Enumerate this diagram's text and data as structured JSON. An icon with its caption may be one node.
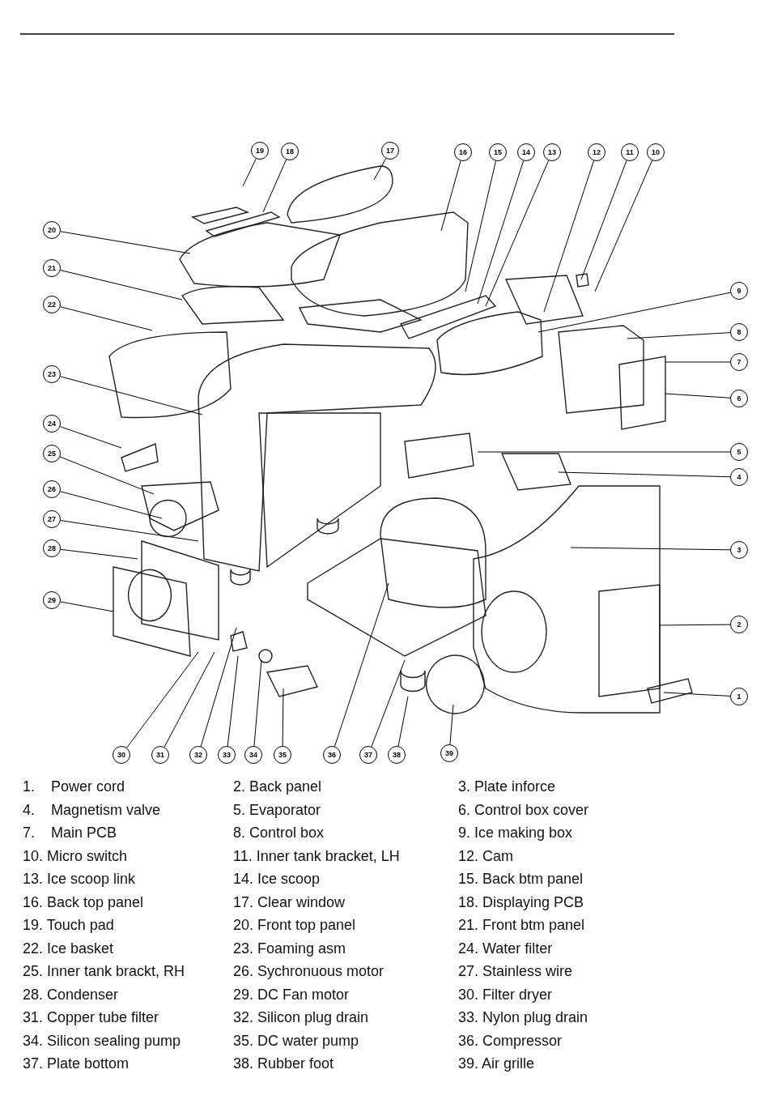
{
  "diagram": {
    "nodes": [
      {
        "text": [
          "1"
        ]
      },
      {
        "text": [
          "2"
        ]
      },
      {
        "text": [
          "3"
        ]
      },
      {
        "text": [
          "4"
        ]
      },
      {
        "text": [
          "5"
        ]
      },
      {
        "text": [
          "6"
        ]
      },
      {
        "text": [
          "7"
        ]
      },
      {
        "text": [
          "8"
        ]
      },
      {
        "text": [
          "9"
        ]
      },
      {
        "text": [
          "10"
        ]
      },
      {
        "text": [
          "11"
        ]
      },
      {
        "text": [
          "12"
        ]
      },
      {
        "text": [
          "13"
        ]
      },
      {
        "text": [
          "14"
        ]
      },
      {
        "text": [
          "15"
        ]
      },
      {
        "text": [
          "16"
        ]
      },
      {
        "text": [
          "17"
        ]
      },
      {
        "text": [
          "18"
        ]
      },
      {
        "text": [
          "19"
        ]
      },
      {
        "text": [
          "20"
        ]
      },
      {
        "text": [
          "21"
        ]
      },
      {
        "text": [
          "22"
        ]
      },
      {
        "text": [
          "23"
        ]
      },
      {
        "text": [
          "24"
        ]
      },
      {
        "text": [
          "25"
        ]
      },
      {
        "text": [
          "26"
        ]
      },
      {
        "text": [
          "27"
        ]
      },
      {
        "text": [
          "28"
        ]
      },
      {
        "text": [
          "29"
        ]
      },
      {
        "text": [
          "30"
        ]
      },
      {
        "text": [
          "31"
        ]
      },
      {
        "text": [
          "32"
        ]
      },
      {
        "text": [
          "33"
        ]
      },
      {
        "text": [
          "34"
        ]
      },
      {
        "text": [
          "35"
        ]
      },
      {
        "text": [
          "36"
        ]
      },
      {
        "text": [
          "37"
        ]
      },
      {
        "text": [
          "38"
        ]
      },
      {
        "text": [
          "39"
        ]
      }
    ],
    "edges": [
      {
        "from": 0,
        "to": null,
        "arrow": "none"
      },
      {
        "from": 1,
        "to": null,
        "arrow": "none"
      },
      {
        "from": 2,
        "to": null,
        "arrow": "none"
      },
      {
        "from": 3,
        "to": null,
        "arrow": "none"
      },
      {
        "from": 4,
        "to": null,
        "arrow": "none"
      },
      {
        "from": 5,
        "to": null,
        "arrow": "none"
      },
      {
        "from": 6,
        "to": null,
        "arrow": "none"
      },
      {
        "from": 7,
        "to": null,
        "arrow": "none"
      },
      {
        "from": 8,
        "to": null,
        "arrow": "none"
      },
      {
        "from": 9,
        "to": null,
        "arrow": "none"
      },
      {
        "from": 10,
        "to": null,
        "arrow": "none"
      },
      {
        "from": 11,
        "to": null,
        "arrow": "none"
      },
      {
        "from": 12,
        "to": null,
        "arrow": "none"
      },
      {
        "from": 13,
        "to": null,
        "arrow": "none"
      },
      {
        "from": 14,
        "to": null,
        "arrow": "none"
      },
      {
        "from": 15,
        "to": null,
        "arrow": "none"
      },
      {
        "from": 16,
        "to": null,
        "arrow": "none"
      },
      {
        "from": 17,
        "to": null,
        "arrow": "none"
      },
      {
        "from": 18,
        "to": null,
        "arrow": "none"
      },
      {
        "from": 19,
        "to": null,
        "arrow": "none"
      },
      {
        "from": 20,
        "to": null,
        "arrow": "none"
      },
      {
        "from": 21,
        "to": null,
        "arrow": "none"
      },
      {
        "from": 22,
        "to": null,
        "arrow": "none"
      },
      {
        "from": 23,
        "to": null,
        "arrow": "none"
      },
      {
        "from": 24,
        "to": null,
        "arrow": "none"
      },
      {
        "from": 25,
        "to": null,
        "arrow": "none"
      },
      {
        "from": 26,
        "to": null,
        "arrow": "none"
      },
      {
        "from": 27,
        "to": null,
        "arrow": "none"
      },
      {
        "from": 28,
        "to": null,
        "arrow": "none"
      },
      {
        "from": 29,
        "to": null,
        "arrow": "none"
      },
      {
        "from": 30,
        "to": null,
        "arrow": "none"
      },
      {
        "from": 31,
        "to": null,
        "arrow": "none"
      },
      {
        "from": 32,
        "to": null,
        "arrow": "none"
      },
      {
        "from": 33,
        "to": null,
        "arrow": "none"
      },
      {
        "from": 34,
        "to": null,
        "arrow": "none"
      },
      {
        "from": 35,
        "to": null,
        "arrow": "none"
      },
      {
        "from": 36,
        "to": null,
        "arrow": "none"
      },
      {
        "from": 37,
        "to": null,
        "arrow": "none"
      },
      {
        "from": 38,
        "to": null,
        "arrow": "none"
      }
    ],
    "labels": [
      "1.    Power cord",
      "2. Back panel",
      "3. Plate inforce",
      "4.    Magnetism valve",
      "5. Evaporator",
      "6. Control box cover",
      "7.    Main PCB",
      "8. Control box",
      "9. Ice making box",
      "10. Micro switch",
      "11. Inner tank bracket, LH",
      "12. Cam",
      "13. Ice scoop link",
      "14. Ice scoop",
      "15. Back btm panel",
      "16. Back top panel",
      "17. Clear window",
      "18. Displaying PCB",
      "19. Touch pad",
      "20. Front top panel",
      "21. Front btm panel",
      "22. Ice basket",
      "23. Foaming asm",
      "24. Water filter",
      "25. Inner tank brackt, RH",
      "26. Sychronuous motor",
      "27. Stainless wire",
      "28. Condenser",
      "29. DC Fan motor",
      "30. Filter dryer",
      "31. Copper tube filter",
      "32. Silicon plug drain",
      "33. Nylon plug drain",
      "34. Silicon sealing pump",
      "35. DC water pump",
      "36. Compressor",
      "37. Plate bottom",
      "38. Rubber foot",
      "39. Air grille"
    ]
  }
}
